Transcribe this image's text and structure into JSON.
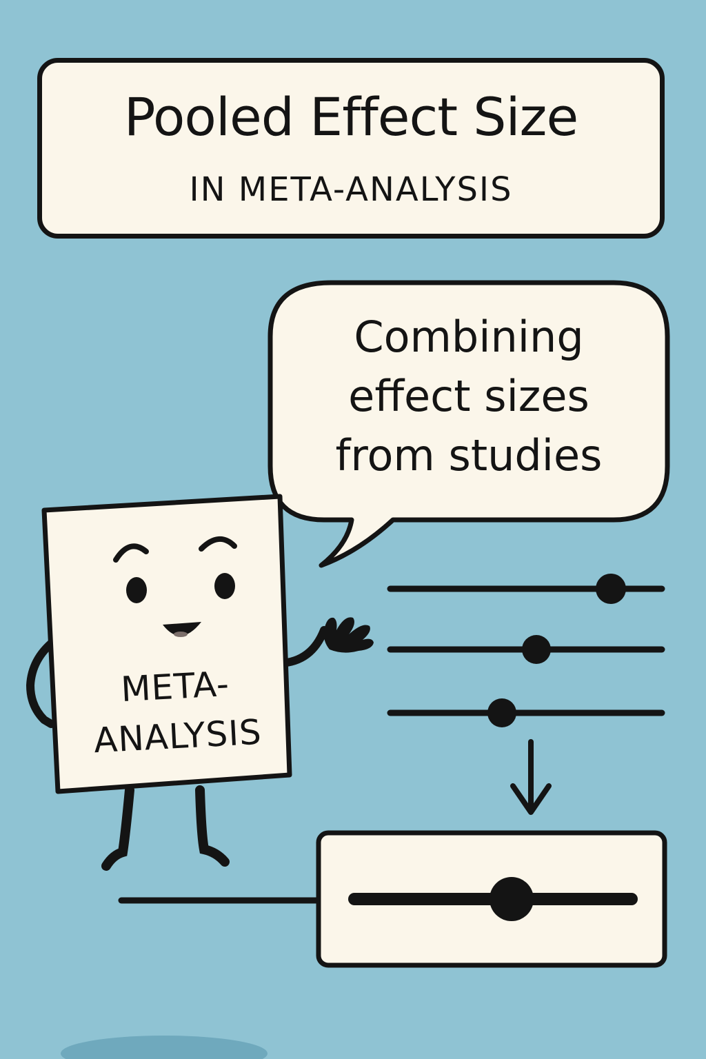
{
  "title": {
    "main": "Pooled Effect Size",
    "sub": "IN META-ANALYSIS"
  },
  "speech_bubble": {
    "lines": [
      "Combining",
      "effect sizes",
      "from studies"
    ]
  },
  "character": {
    "label_line1": "META-",
    "label_line2": "ANALYSIS"
  },
  "colors": {
    "background": "#8fc3d3",
    "panel": "#fbf6ea",
    "ink": "#141414",
    "shadow": "#6fa9bd"
  },
  "icons": [
    "down-arrow-icon",
    "study-estimate-marker-icon",
    "pooled-estimate-marker-icon"
  ]
}
